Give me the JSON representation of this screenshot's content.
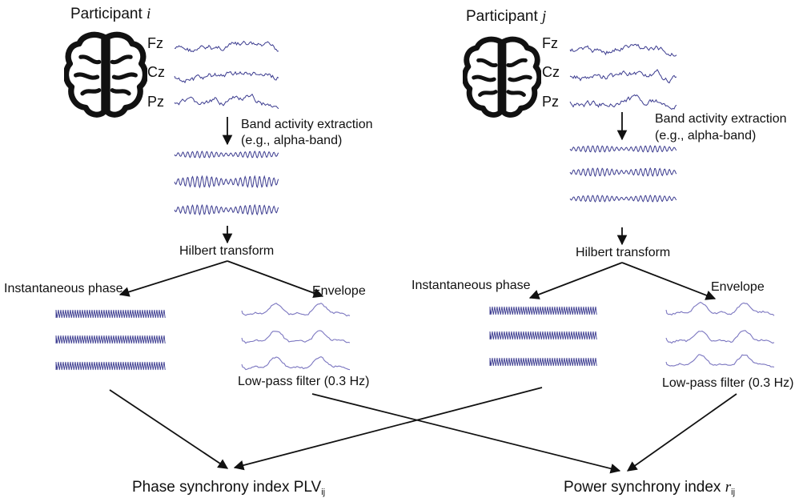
{
  "participants": [
    {
      "title_prefix": "Participant ",
      "title_var": "i",
      "channels": [
        "Fz",
        "Cz",
        "Pz"
      ],
      "step_band": "Band activity extraction",
      "step_band_example": "(e.g., alpha-band)",
      "step_hilbert": "Hilbert transform",
      "branch_phase": "Instantaneous phase",
      "branch_envelope": "Envelope",
      "step_lowpass": "Low-pass filter (0.3 Hz)"
    },
    {
      "title_prefix": "Participant ",
      "title_var": "j",
      "channels": [
        "Fz",
        "Cz",
        "Pz"
      ],
      "step_band": "Band activity extraction",
      "step_band_example": "(e.g., alpha-band)",
      "step_hilbert": "Hilbert transform",
      "branch_phase": "Instantaneous phase",
      "branch_envelope": "Envelope",
      "step_lowpass": "Low-pass filter (0.3 Hz)"
    }
  ],
  "outputs": {
    "phase_prefix": "Phase synchrony index PLV",
    "phase_sub": "ij",
    "power_prefix": "Power synchrony index ",
    "power_var": "r",
    "power_sub": "ij"
  },
  "colors": {
    "signal": "#3b3b8f",
    "envelope": "#7b76c0",
    "arrow": "#111111"
  }
}
